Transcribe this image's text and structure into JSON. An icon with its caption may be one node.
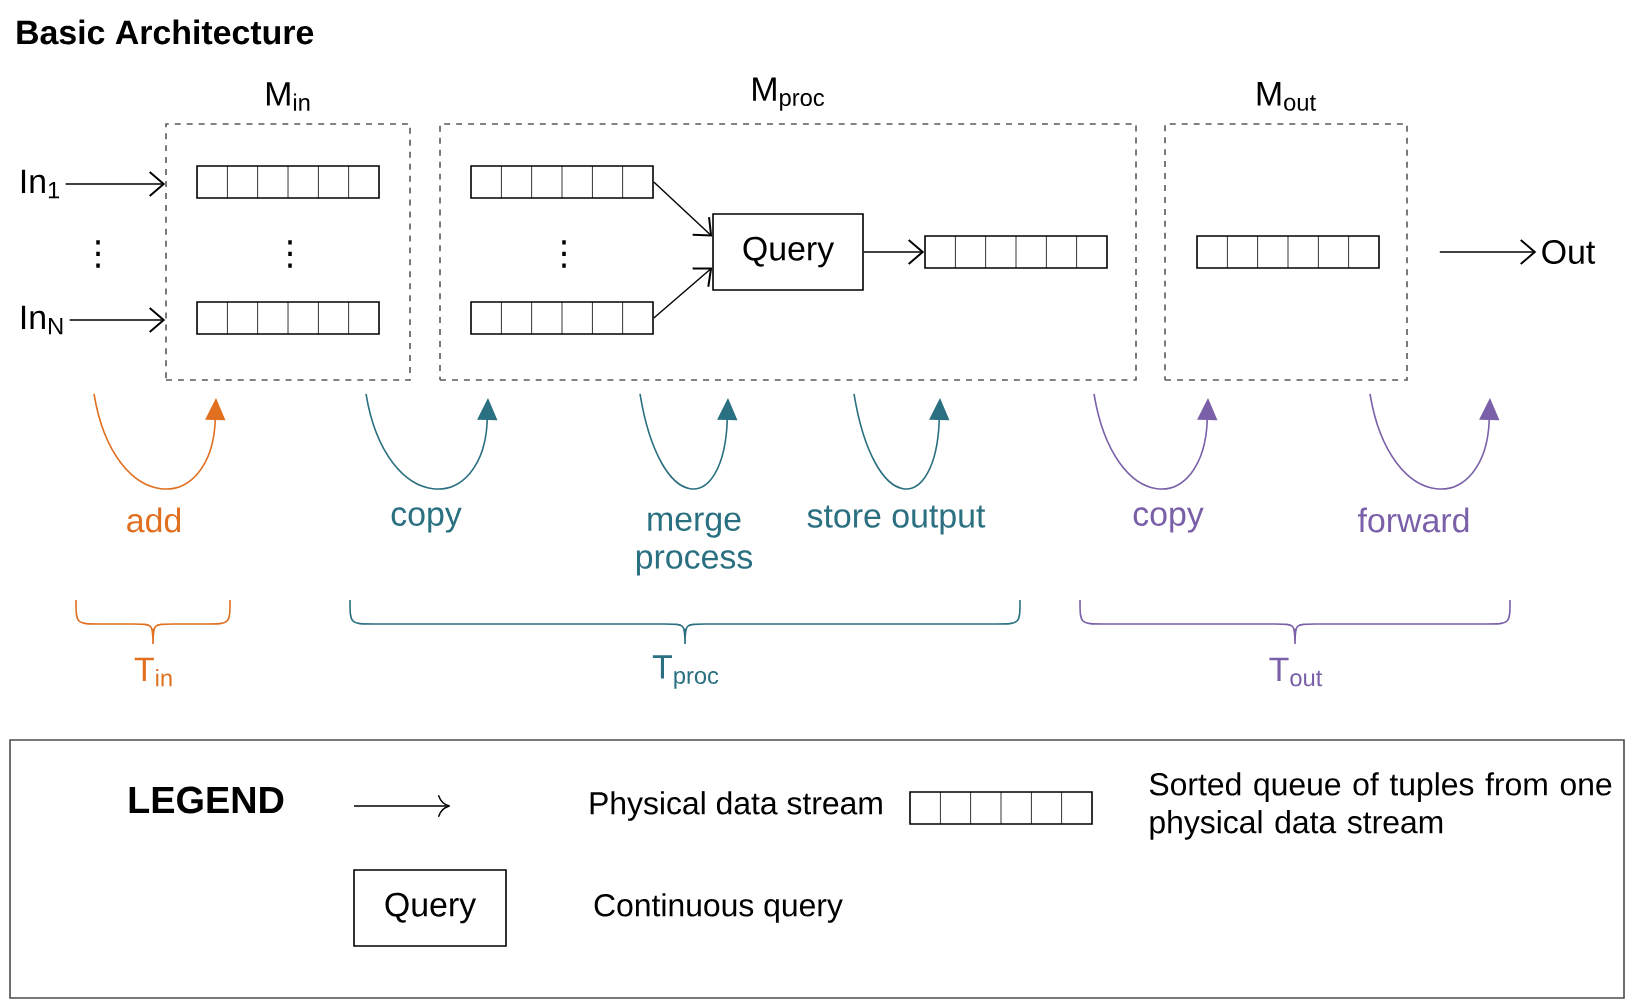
{
  "diagram": {
    "title": "Basic Architecture",
    "nodes": [
      {
        "text": [
          "M$_{in}$"
        ]
      },
      {
        "text": [
          "M$_{proc}$"
        ]
      },
      {
        "text": [
          "M$_{out}$"
        ]
      },
      {
        "text": [
          "In$_{1}$"
        ]
      },
      {
        "text": [
          "In$_{N}$"
        ]
      },
      {
        "text": [],
        "shape": "queue",
        "in": 0
      },
      {
        "text": [],
        "shape": "queue",
        "in": 0
      },
      {
        "text": [],
        "shape": "queue",
        "in": 1
      },
      {
        "text": [],
        "shape": "queue",
        "in": 1
      },
      {
        "text": [
          "Query"
        ],
        "in": 1
      },
      {
        "text": [],
        "shape": "queue",
        "in": 1
      },
      {
        "text": [],
        "shape": "queue",
        "in": 2
      },
      {
        "text": [
          "Out"
        ]
      },
      {
        "text": [
          "Query"
        ]
      }
    ],
    "edges": [
      {
        "from": 3,
        "to": 0,
        "arrow": "to"
      },
      {
        "from": 4,
        "to": 0,
        "arrow": "to"
      },
      {
        "from": 7,
        "to": 9,
        "arrow": "to"
      },
      {
        "from": 8,
        "to": 9,
        "arrow": "to"
      },
      {
        "from": 9,
        "to": 10,
        "arrow": "to"
      },
      {
        "from": 2,
        "to": 12,
        "arrow": "to"
      }
    ],
    "labels": [
      "⋮",
      "⋮",
      "⋮",
      "add",
      "copy",
      "merge process",
      "store output",
      "copy",
      "forward",
      "T$_{in}$",
      "T$_{proc}$",
      "T$_{out}$",
      "LEGEND"
    ],
    "legend": [
      {
        "text": "Physical data stream"
      },
      {
        "text": "Sorted queue of tuples from one physical data stream"
      },
      {
        "text": "Continuous query"
      }
    ]
  }
}
